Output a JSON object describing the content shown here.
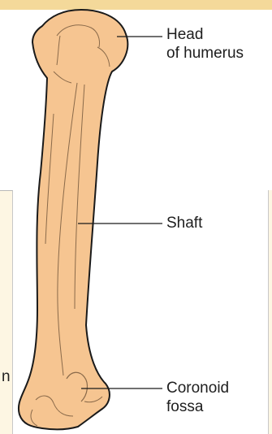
{
  "diagram": {
    "labels": {
      "head": [
        "Head",
        "of humerus"
      ],
      "shaft": "Shaft",
      "coronoid": [
        "Coronoid",
        "fossa"
      ]
    },
    "partial_text": "n"
  },
  "colors": {
    "bone_fill": "#f6c591",
    "bone_outline": "#1a1a1a",
    "bone_lines": "#8a6a4a",
    "top_band": "#f4d99a",
    "side_panel": "#fdf6e3"
  }
}
